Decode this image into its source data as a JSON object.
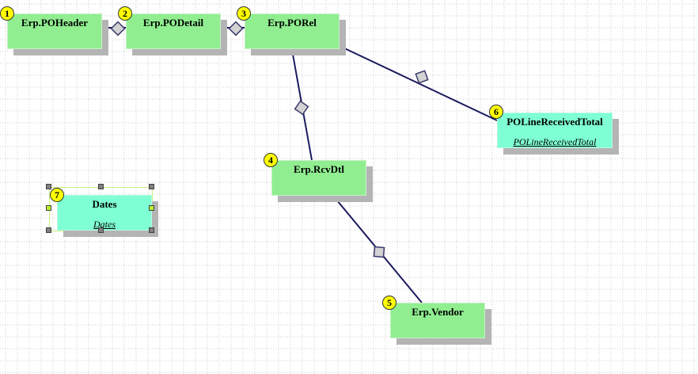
{
  "diagram": {
    "colors": {
      "table_fill": "#90ee90",
      "calc_fill": "#7fffd4",
      "link_color": "#1a1a5e",
      "diamond_fill": "#d3d3d3",
      "badge_fill": "#ffff00"
    },
    "nodes": [
      {
        "id": "n1",
        "number": "1",
        "title": "Erp.POHeader",
        "kind": "table"
      },
      {
        "id": "n2",
        "number": "2",
        "title": "Erp.PODetail",
        "kind": "table"
      },
      {
        "id": "n3",
        "number": "3",
        "title": "Erp.PORel",
        "kind": "table"
      },
      {
        "id": "n4",
        "number": "4",
        "title": "Erp.RcvDtl",
        "kind": "table"
      },
      {
        "id": "n5",
        "number": "5",
        "title": "Erp.Vendor",
        "kind": "table"
      },
      {
        "id": "n6",
        "number": "6",
        "title": "POLineReceivedTotal",
        "subtitle": "POLineReceivedTotal",
        "kind": "calc"
      },
      {
        "id": "n7",
        "number": "7",
        "title": "Dates",
        "subtitle": "Dates",
        "kind": "calc",
        "selected": true
      }
    ],
    "relations": [
      {
        "from": "Erp.POHeader",
        "to": "Erp.PODetail"
      },
      {
        "from": "Erp.PODetail",
        "to": "Erp.PORel"
      },
      {
        "from": "Erp.PORel",
        "to": "Erp.RcvDtl"
      },
      {
        "from": "Erp.PORel",
        "to": "POLineReceivedTotal"
      },
      {
        "from": "Erp.RcvDtl",
        "to": "Erp.Vendor"
      }
    ]
  }
}
